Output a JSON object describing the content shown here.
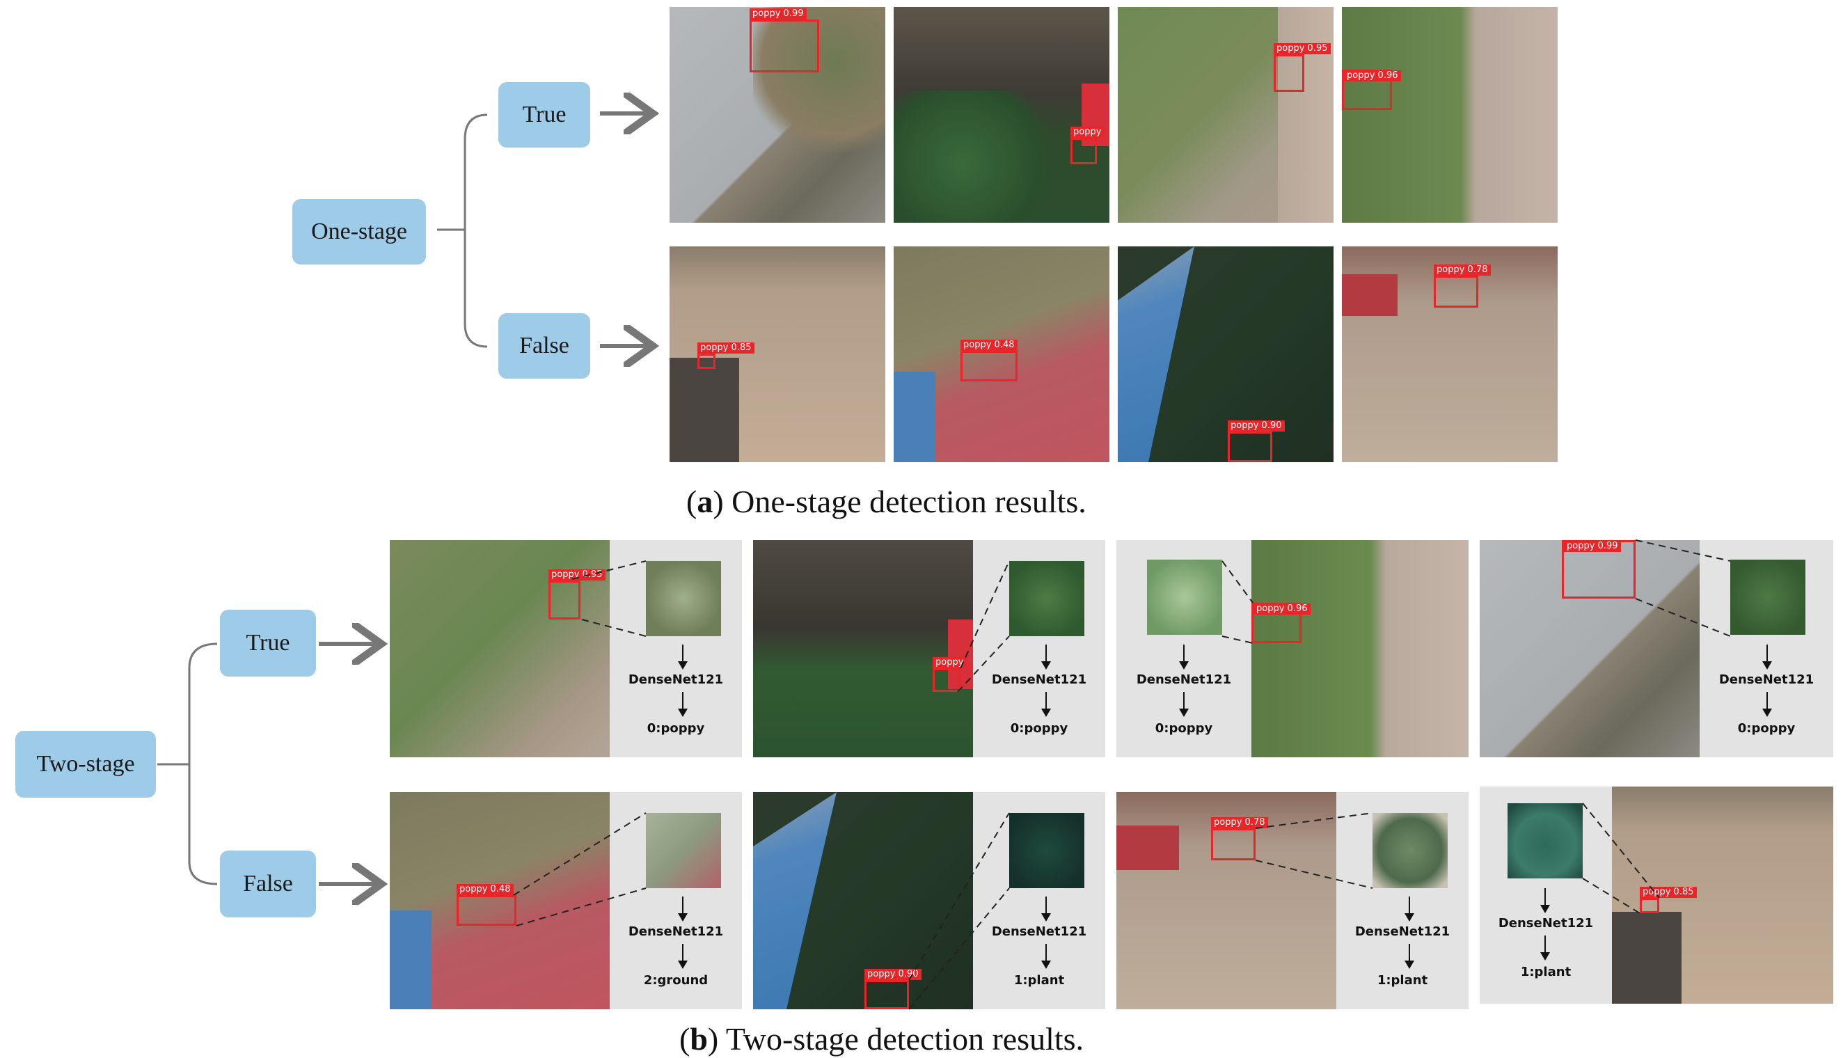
{
  "one_stage": {
    "root": "One-stage",
    "true_label": "True",
    "false_label": "False",
    "caption_letter": "a",
    "caption_text": ") One-stage detection results.",
    "true_row": [
      {
        "detections": [
          {
            "label": "poppy",
            "score": "0.99"
          }
        ]
      },
      {
        "detections": [
          {
            "label": "poppy",
            "score": ""
          }
        ]
      },
      {
        "detections": [
          {
            "label": "poppy",
            "score": "0.95"
          }
        ]
      },
      {
        "detections": [
          {
            "label": "poppy",
            "score": "0.96"
          }
        ]
      }
    ],
    "false_row": [
      {
        "detections": [
          {
            "label": "poppy",
            "score": "0.85"
          }
        ]
      },
      {
        "detections": [
          {
            "label": "poppy",
            "score": "0.48"
          }
        ]
      },
      {
        "detections": [
          {
            "label": "poppy",
            "score": "0.90"
          }
        ]
      },
      {
        "detections": [
          {
            "label": "poppy",
            "score": "0.78"
          }
        ]
      }
    ]
  },
  "two_stage": {
    "root": "Two-stage",
    "true_label": "True",
    "false_label": "False",
    "caption_letter": "b",
    "caption_text": ") Two-stage detection results.",
    "classifier": "DenseNet121",
    "true_row": [
      {
        "detection": {
          "label": "poppy",
          "score": "0.95"
        },
        "result": "0:poppy"
      },
      {
        "detection": {
          "label": "poppy",
          "score": ""
        },
        "result": "0:poppy"
      },
      {
        "detection": {
          "label": "poppy",
          "score": "0.96"
        },
        "result": "0:poppy"
      },
      {
        "detection": {
          "label": "poppy",
          "score": "0.99"
        },
        "result": "0:poppy"
      }
    ],
    "false_row": [
      {
        "detection": {
          "label": "poppy",
          "score": "0.48"
        },
        "result": "2:ground"
      },
      {
        "detection": {
          "label": "poppy",
          "score": "0.90"
        },
        "result": "1:plant"
      },
      {
        "detection": {
          "label": "poppy",
          "score": "0.78"
        },
        "result": "1:plant"
      },
      {
        "detection": {
          "label": "poppy",
          "score": "0.85"
        },
        "result": "1:plant"
      }
    ]
  },
  "colors": {
    "node_fill": "#9ecbe8",
    "box_red": "#e8262a",
    "panel_gray": "#e3e3e3",
    "connector_gray": "#777777"
  }
}
